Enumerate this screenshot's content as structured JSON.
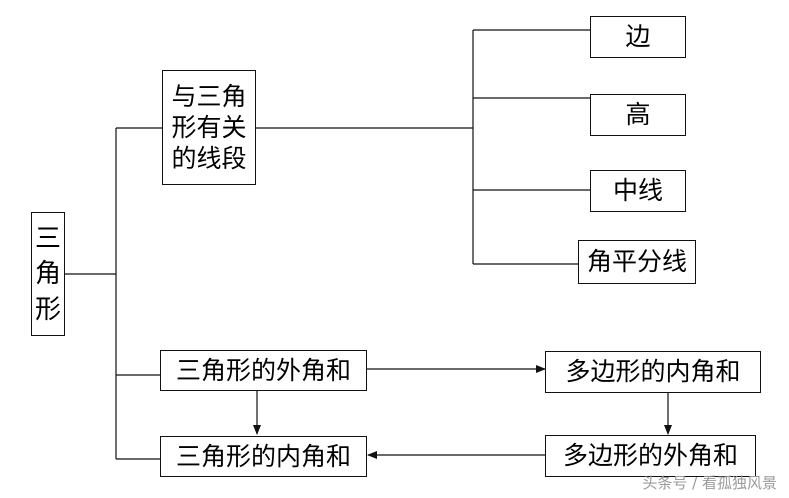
{
  "root": {
    "label": "三\n角\n形"
  },
  "segments_group": {
    "label": "与三角\n形有关\n的线段"
  },
  "segments": [
    {
      "label": "边"
    },
    {
      "label": "高"
    },
    {
      "label": "中线"
    },
    {
      "label": "角平分线"
    }
  ],
  "angles": {
    "exterior_sum": "三角形的外角和",
    "interior_sum": "三角形的内角和",
    "polygon_interior_sum": "多边形的内角和",
    "polygon_exterior_sum": "多边形的外角和"
  },
  "watermark": "头条号 / 看孤独风景"
}
